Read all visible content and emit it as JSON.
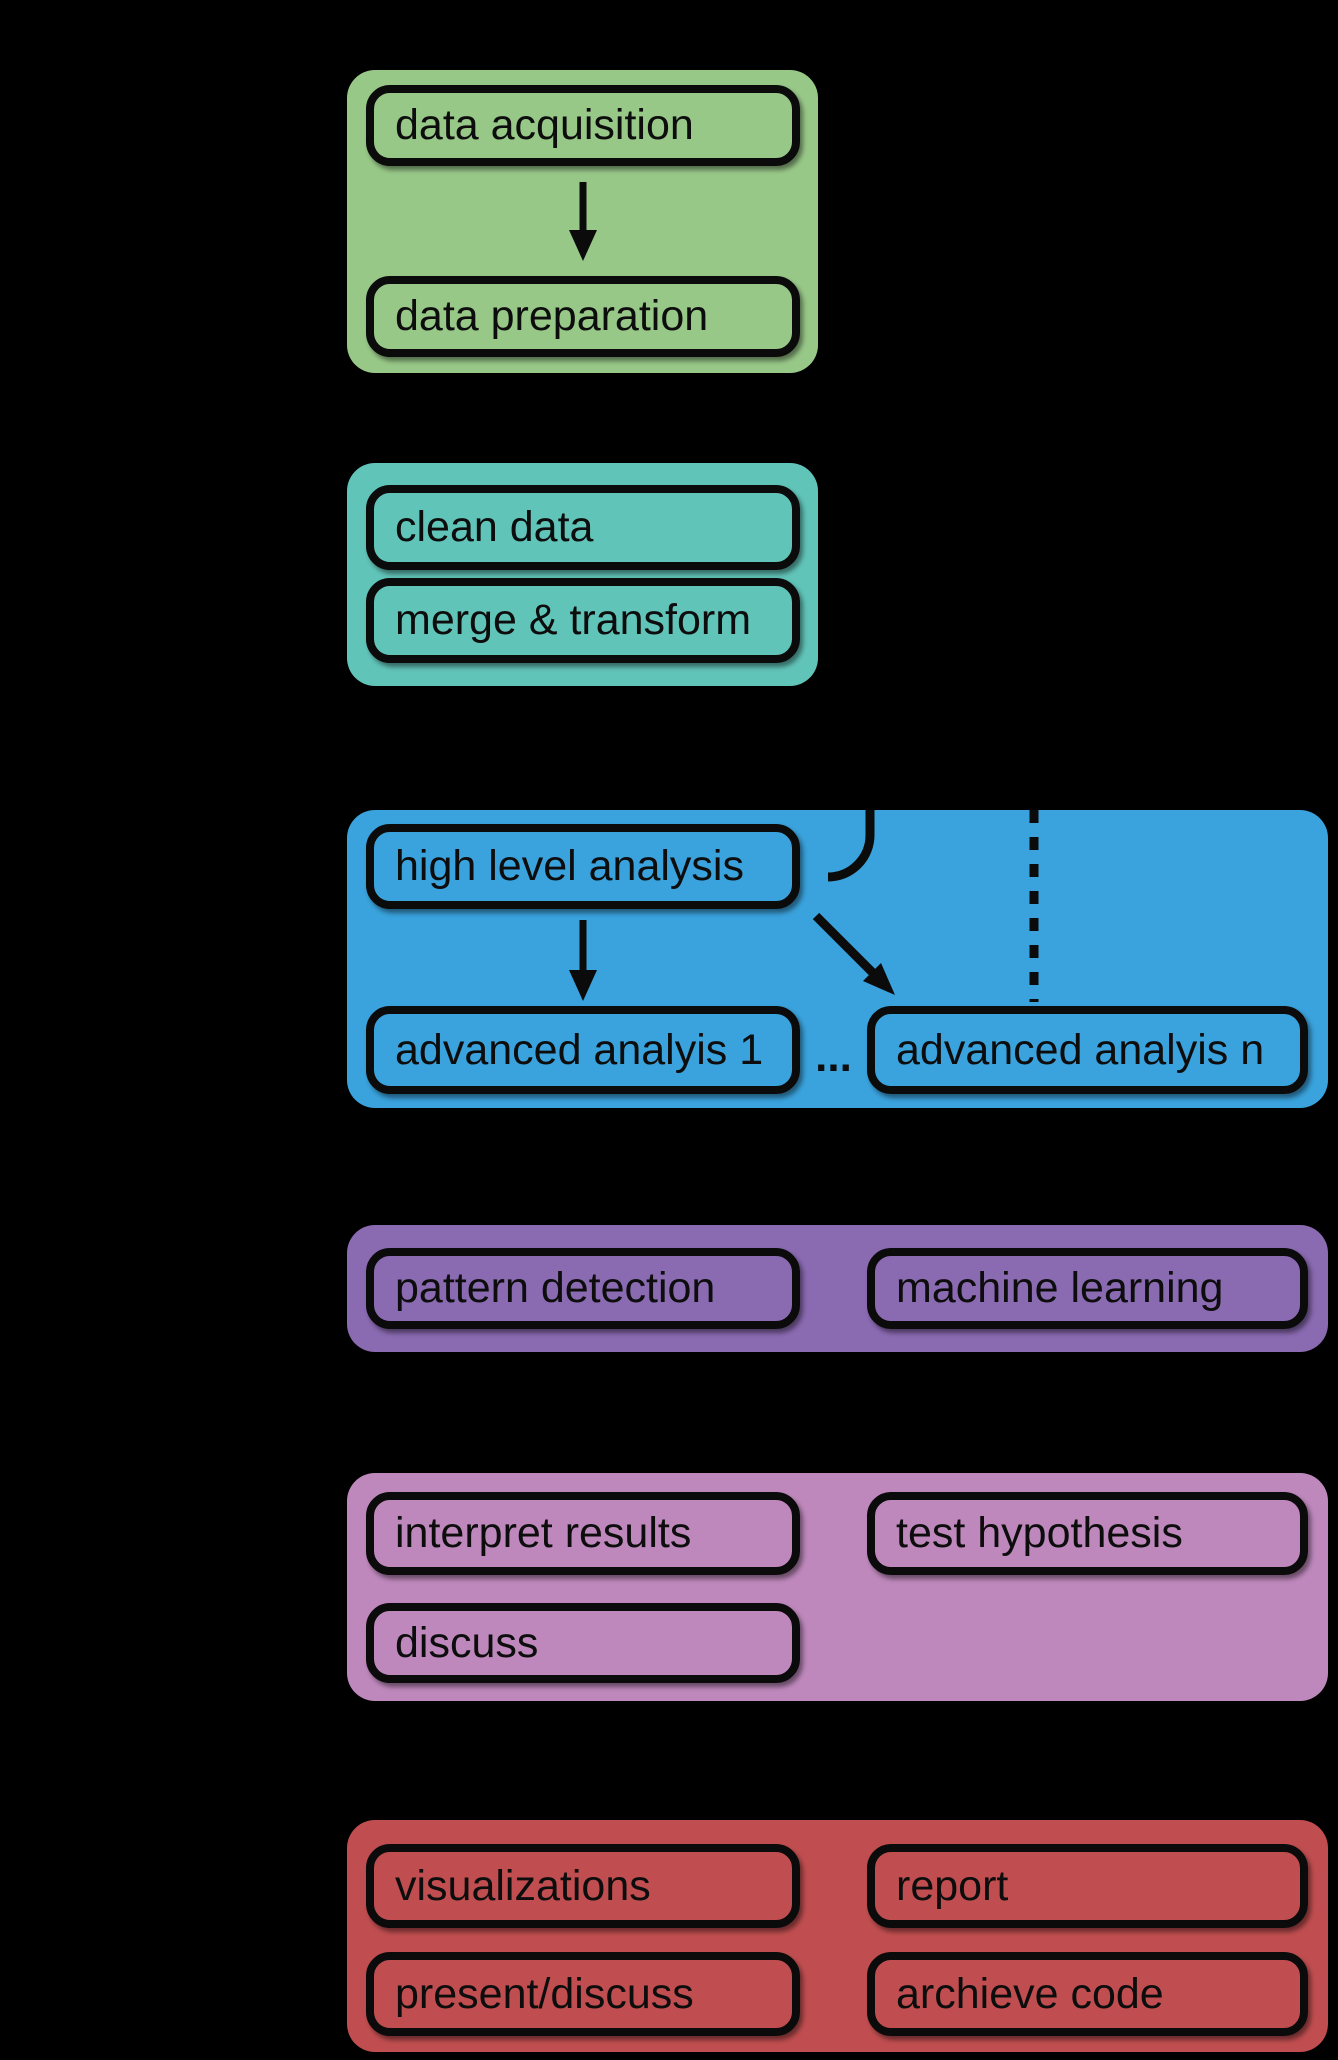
{
  "canvas": {
    "background": "#000000"
  },
  "workflow": {
    "acquisition": {
      "color": "#98C888",
      "nodes": [
        "data acquisition",
        "data preparation"
      ]
    },
    "preparation": {
      "color": "#61C4B9",
      "nodes": [
        "clean data",
        "merge & transform"
      ]
    },
    "analysis": {
      "color": "#3AA2DC",
      "nodes": [
        "high level analysis",
        "advanced analyis 1",
        "advanced analyis n"
      ],
      "ellipsis": "..."
    },
    "modeling": {
      "color": "#8A6AB1",
      "nodes": [
        "pattern detection",
        "machine learning"
      ]
    },
    "interpretation": {
      "color": "#BE88BC",
      "nodes": [
        "interpret results",
        "test hypothesis",
        "discuss"
      ]
    },
    "dissemination": {
      "color": "#C04E50",
      "nodes": [
        "visualizations",
        "report",
        "present/discuss",
        "archieve code"
      ]
    }
  }
}
